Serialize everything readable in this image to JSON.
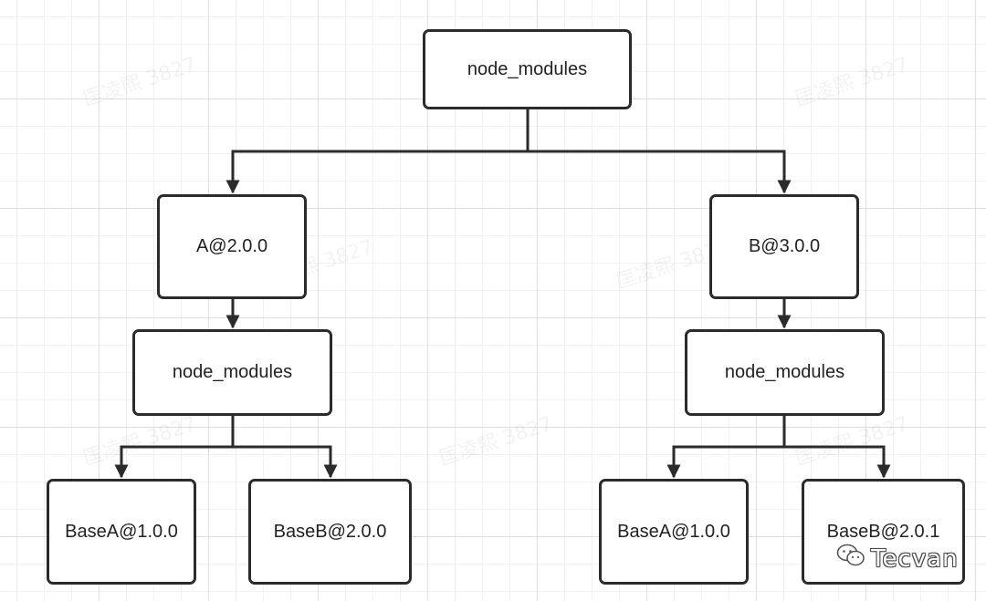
{
  "nodes": {
    "root": {
      "label": "node_modules"
    },
    "a": {
      "label": "A@2.0.0"
    },
    "b": {
      "label": "B@3.0.0"
    },
    "a_modules": {
      "label": "node_modules"
    },
    "b_modules": {
      "label": "node_modules"
    },
    "a_base_a": {
      "label": "BaseA@1.0.0"
    },
    "a_base_b": {
      "label": "BaseB@2.0.0"
    },
    "b_base_a": {
      "label": "BaseA@1.0.0"
    },
    "b_base_b": {
      "label": "BaseB@2.0.1"
    }
  },
  "watermark": {
    "text": "匡凌熙 3827"
  },
  "brand": {
    "name": "Tecvan",
    "icon": "wechat-icon"
  },
  "colors": {
    "stroke": "#2b2b2b",
    "grid": "#dedede"
  }
}
